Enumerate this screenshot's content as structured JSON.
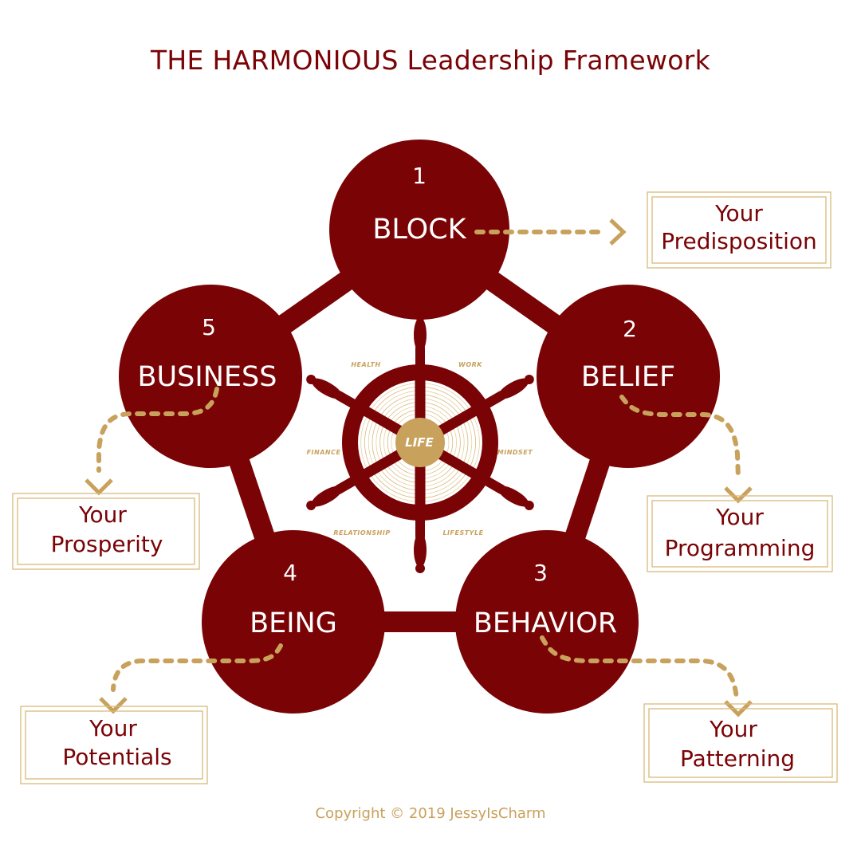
{
  "title": "THE HARMONIOUS Leadership Framework",
  "colors": {
    "maroon": "#7a0306",
    "gold": "#c8a15c",
    "hub": "#c8a15c"
  },
  "nodes": [
    {
      "number": "1",
      "label": "BLOCK"
    },
    {
      "number": "2",
      "label": "BELIEF"
    },
    {
      "number": "3",
      "label": "BEHAVIOR"
    },
    {
      "number": "4",
      "label": "BEING"
    },
    {
      "number": "5",
      "label": "BUSINESS"
    }
  ],
  "outcomes": [
    {
      "line1": "Your",
      "line2": "Predisposition"
    },
    {
      "line1": "Your",
      "line2": "Programming"
    },
    {
      "line1": "Your",
      "line2": "Patterning"
    },
    {
      "line1": "Your",
      "line2": "Potentials"
    },
    {
      "line1": "Your",
      "line2": "Prosperity"
    }
  ],
  "wheel": {
    "hub": "LIFE",
    "areas": [
      "HEALTH",
      "WORK",
      "FINANCE",
      "MINDSET",
      "RELATIONSHIP",
      "LIFESTYLE"
    ]
  },
  "copyright": "Copyright © 2019 JessyIsCharm"
}
